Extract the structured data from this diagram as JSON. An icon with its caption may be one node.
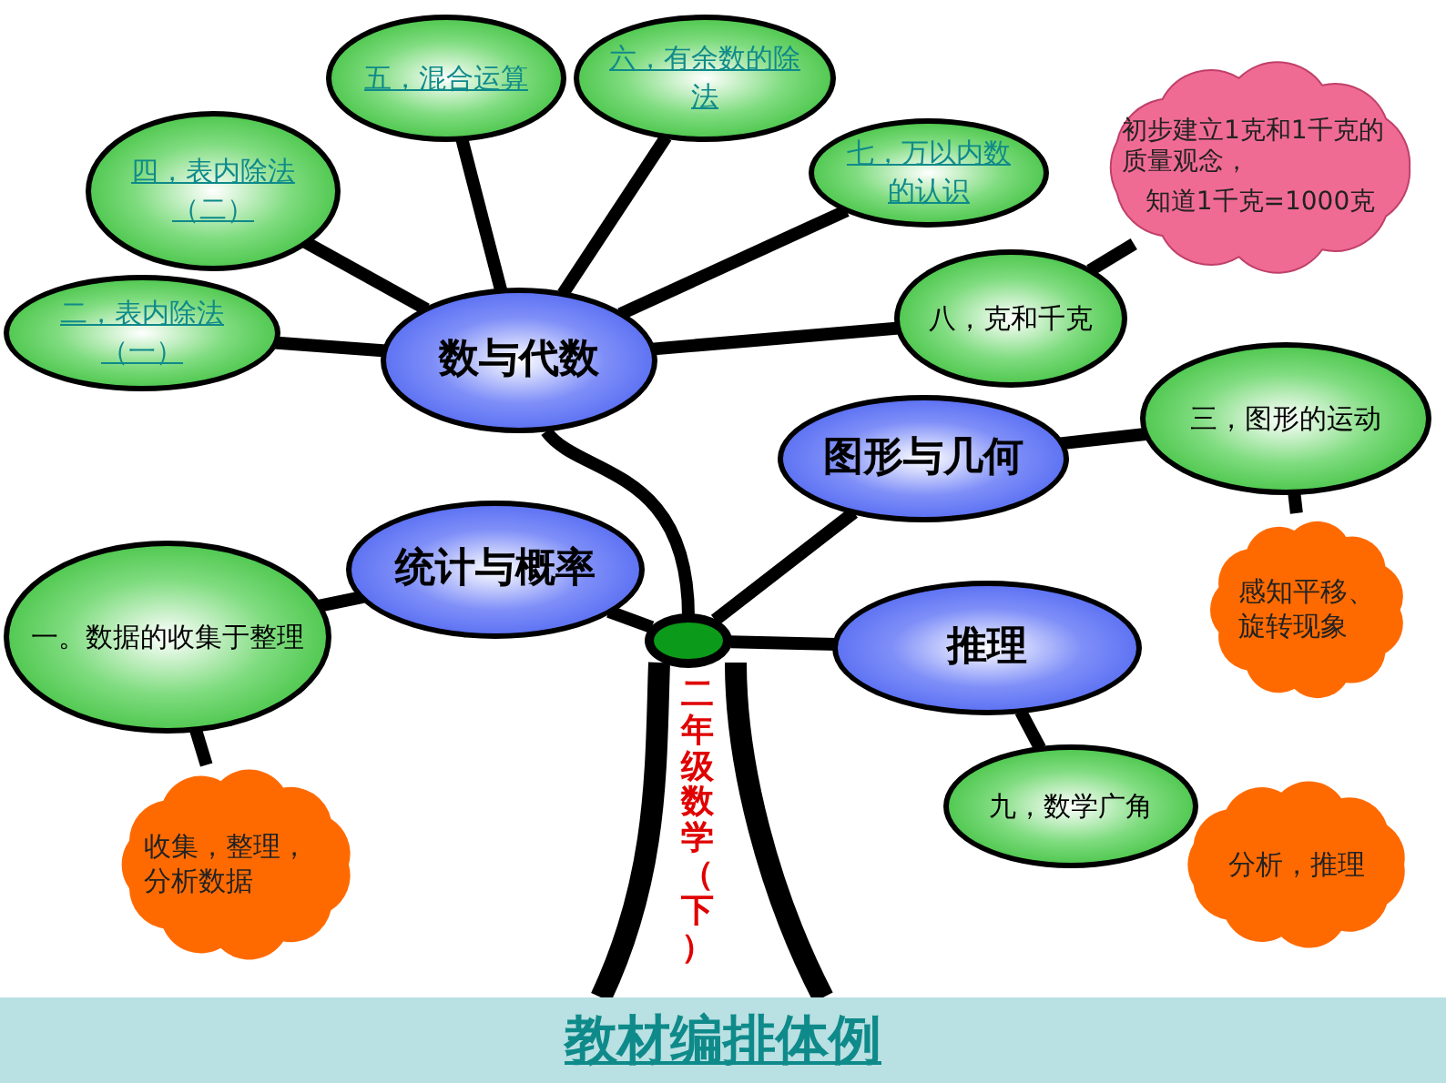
{
  "diagram": {
    "title": "教材编排体例",
    "nodes": [
      {
        "text": [
          "数与代数"
        ]
      },
      {
        "text": [
          "二，表内除法（一）"
        ]
      },
      {
        "text": [
          "四，表内除法（二）"
        ]
      },
      {
        "text": [
          "五，混合运算"
        ]
      },
      {
        "text": [
          "六，有余数的除法"
        ]
      },
      {
        "text": [
          "七，万以内数的认识"
        ]
      },
      {
        "text": [
          "八，克和千克"
        ]
      },
      {
        "text": [
          "初步建立1克和1千克的质量观念，",
          "知道1千克=1000克"
        ]
      },
      {
        "text": [
          "图形与几何"
        ]
      },
      {
        "text": [
          "三，图形的运动"
        ]
      },
      {
        "text": [
          "感知平移、旋转现象"
        ]
      },
      {
        "text": [
          "统计与概率"
        ]
      },
      {
        "text": [
          "一。数据的收集于整理"
        ]
      },
      {
        "text": [
          "收集，整理，分析数据"
        ]
      },
      {
        "text": [
          "推理"
        ]
      },
      {
        "text": [
          "九，数学广角"
        ]
      },
      {
        "text": [
          "分析，推理"
        ]
      },
      {
        "text": [],
        "shape": "circle"
      }
    ],
    "edges": [
      {
        "from": 17,
        "to": 0,
        "arrow": "none"
      },
      {
        "from": 0,
        "to": 1,
        "arrow": "none"
      },
      {
        "from": 0,
        "to": 2,
        "arrow": "none"
      },
      {
        "from": 0,
        "to": 3,
        "arrow": "none"
      },
      {
        "from": 0,
        "to": 4,
        "arrow": "none"
      },
      {
        "from": 0,
        "to": 5,
        "arrow": "none"
      },
      {
        "from": 0,
        "to": 6,
        "arrow": "none"
      },
      {
        "from": 6,
        "to": 7,
        "arrow": "none"
      },
      {
        "from": 17,
        "to": 8,
        "arrow": "none"
      },
      {
        "from": 8,
        "to": 9,
        "arrow": "none"
      },
      {
        "from": 9,
        "to": 10,
        "arrow": "none"
      },
      {
        "from": 17,
        "to": 11,
        "arrow": "none"
      },
      {
        "from": 11,
        "to": 12,
        "arrow": "none"
      },
      {
        "from": 12,
        "to": 13,
        "arrow": "none"
      },
      {
        "from": 17,
        "to": 14,
        "arrow": "none"
      },
      {
        "from": 14,
        "to": 15,
        "arrow": "none"
      }
    ],
    "labels": [
      "二年级数学（下）"
    ]
  }
}
